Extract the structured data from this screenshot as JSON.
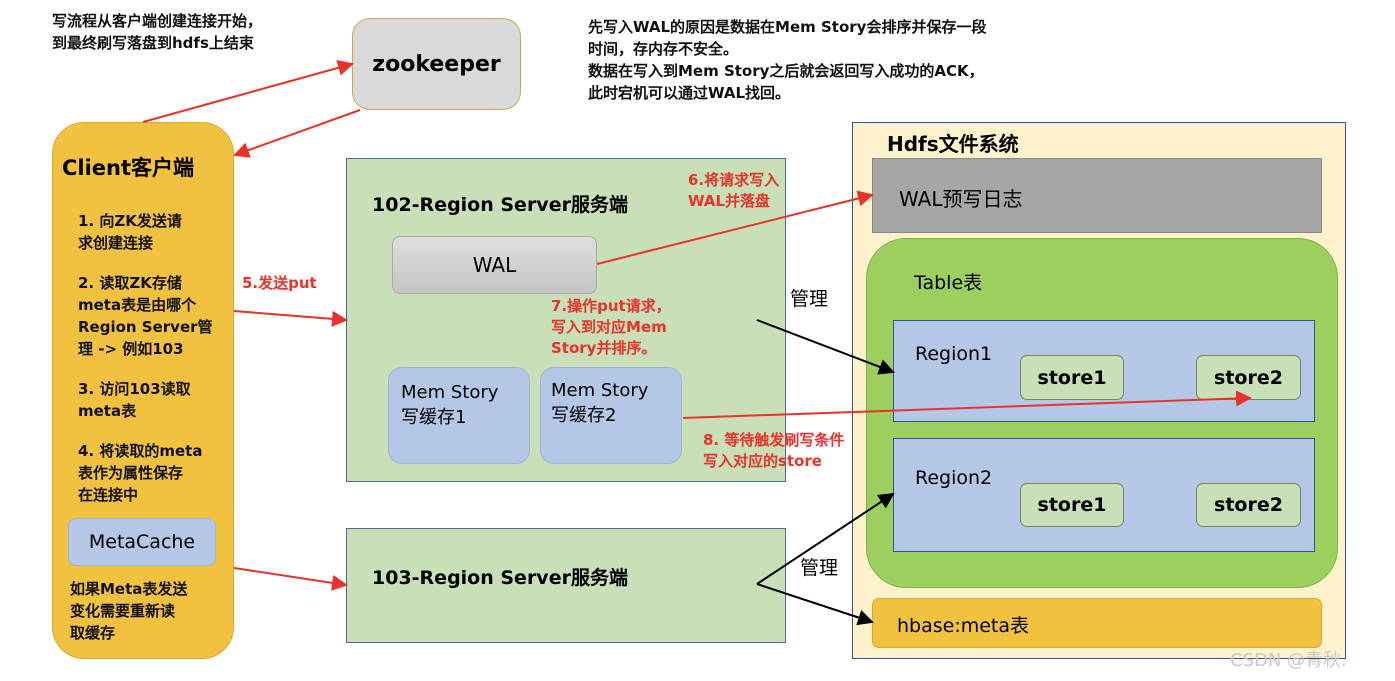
{
  "notes": {
    "top_left": "写流程从客户端创建连接开始，\n到最终刷写落盘到hdfs上结束",
    "top_right": "先写入WAL的原因是数据在Mem Story会排序并保存一段\n时间，存内存不安全。\n数据在写入到Mem Story之后就会返回写入成功的ACK，\n此时宕机可以通过WAL找回。"
  },
  "zookeeper": "zookeeper",
  "client": {
    "title": "Client客户端",
    "steps": [
      "1. 向ZK发送请\n求创建连接",
      "2. 读取ZK存储\nmeta表是由哪个\nRegion Server管\n理 -> 例如103",
      "3. 访问103读取\nmeta表",
      "4. 将读取的meta\n表作为属性保存\n在连接中"
    ],
    "metacache": "MetaCache",
    "footer": "如果Meta表发送\n变化需要重新读\n取缓存"
  },
  "rs102": {
    "title": "102-Region Server服务端",
    "wal": "WAL",
    "mem1": "Mem Story\n写缓存1",
    "mem2": "Mem Story\n写缓存2"
  },
  "rs103": {
    "title": "103-Region Server服务端"
  },
  "hdfs": {
    "title": "Hdfs文件系统",
    "wal": "WAL预写日志",
    "table": "Table表",
    "region1": {
      "label": "Region1",
      "store1": "store1",
      "store2": "store2"
    },
    "region2": {
      "label": "Region2",
      "store1": "store1",
      "store2": "store2"
    },
    "meta": "hbase:meta表"
  },
  "labels": {
    "step5": "5.发送put",
    "step6": "6.将请求写入\nWAL并落盘",
    "step7": "7.操作put请求，\n写入到对应Mem\nStory并排序。",
    "step8": "8. 等待触发刷写条件\n写入对应的store",
    "manage1": "管理",
    "manage2": "管理"
  },
  "watermark": "CSDN @青秋.",
  "colors": {
    "client": "#f2c140",
    "server": "#c9dfb7",
    "memstore": "#b4c7e7",
    "arrow": "#e8322b"
  }
}
